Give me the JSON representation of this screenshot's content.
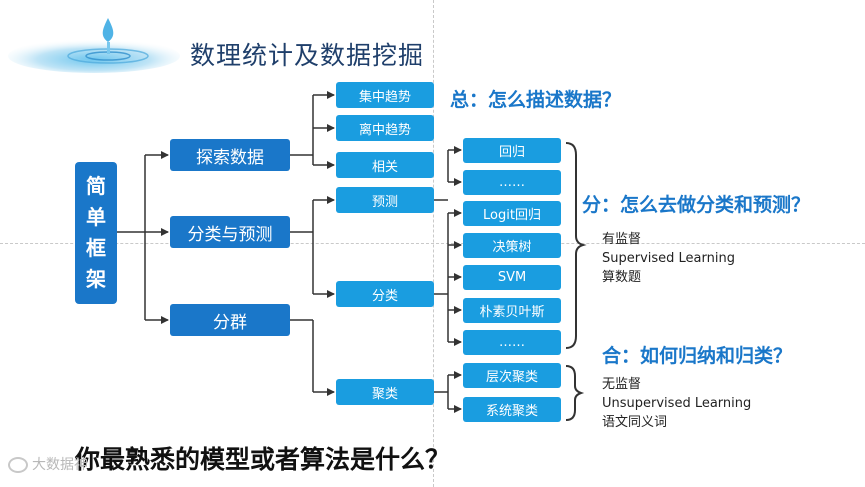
{
  "title": "数理统计及数据挖掘",
  "framework": {
    "chars": [
      "简",
      "单",
      "框",
      "架"
    ]
  },
  "level1": {
    "explore": "探索数据",
    "classify_predict": "分类与预测",
    "cluster": "分群"
  },
  "level2": {
    "central": "集中趋势",
    "dispersion": "离中趋势",
    "correlation": "相关",
    "predict": "预测",
    "classify": "分类",
    "cluster": "聚类"
  },
  "level3": {
    "regression": "回归",
    "ellipsis1": "……",
    "logit": "Logit回归",
    "tree": "决策树",
    "svm": "SVM",
    "bayes": "朴素贝叶斯",
    "ellipsis2": "……",
    "hier": "层次聚类",
    "system": "系统聚类"
  },
  "sections": {
    "total": "总：怎么描述数据？",
    "split": "分：怎么去做分类和预测？",
    "split_notes": [
      "有监督",
      "Supervised Learning",
      "算数题"
    ],
    "merge": "合：如何归纳和归类？",
    "merge_notes": [
      "无监督",
      "Unsupervised Learning",
      "语文同义词"
    ]
  },
  "question": "你最熟悉的模型或者算法是什么？",
  "watermark": "大数据神"
}
